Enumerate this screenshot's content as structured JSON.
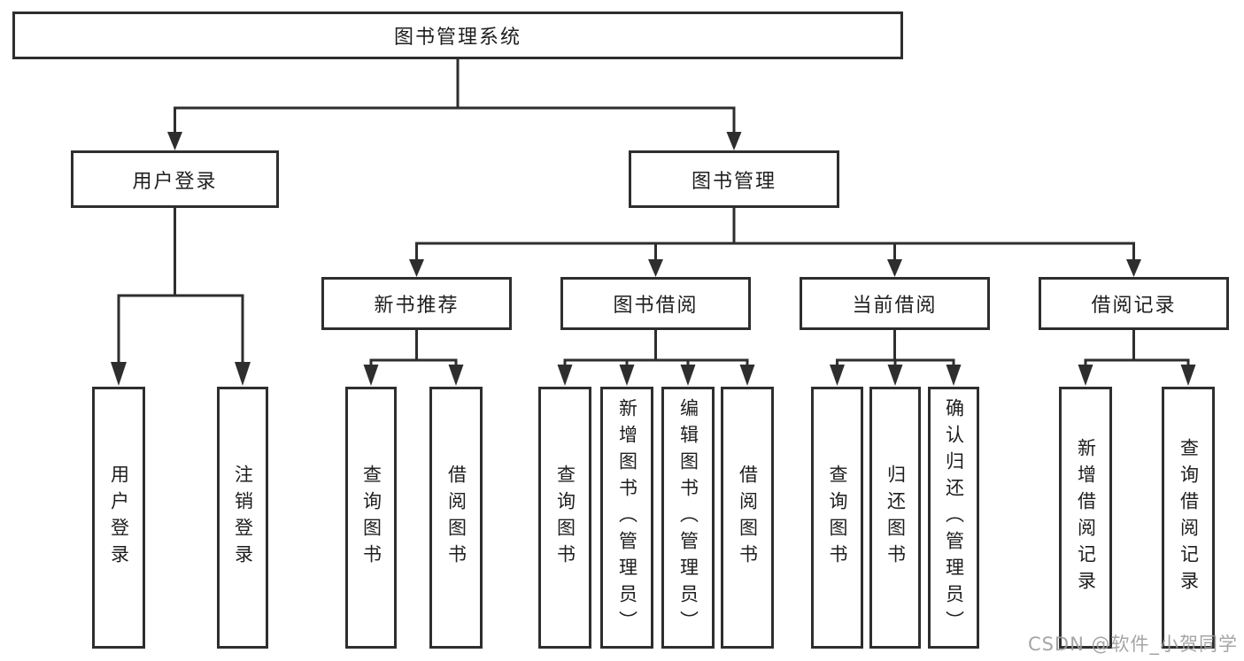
{
  "diagram_title": "图书管理系统",
  "colors": {
    "line": "#2e2e2e",
    "box_border": "#2e2e2e",
    "box_background": "#ffffff",
    "text": "#1e1e1e",
    "watermark": "#9c9c9c"
  },
  "nodes": {
    "root": {
      "label": "图书管理系统"
    },
    "level2": [
      {
        "label": "用户登录"
      },
      {
        "label": "图书管理"
      }
    ],
    "level3": [
      {
        "label": "新书推荐"
      },
      {
        "label": "图书借阅"
      },
      {
        "label": "当前借阅"
      },
      {
        "label": "借阅记录"
      }
    ],
    "leaf_groups": [
      {
        "parent": "用户登录",
        "items": [
          "用户登录",
          "注销登录"
        ]
      },
      {
        "parent": "新书推荐",
        "items": [
          "查询图书",
          "借阅图书"
        ]
      },
      {
        "parent": "图书借阅",
        "items": [
          "查询图书",
          "新增图书（管理员）",
          "编辑图书（管理员）",
          "借阅图书"
        ]
      },
      {
        "parent": "当前借阅",
        "items": [
          "查询图书",
          "归还图书",
          "确认归还（管理员）"
        ]
      },
      {
        "parent": "借阅记录",
        "items": [
          "新增借阅记录",
          "查询借阅记录"
        ]
      }
    ]
  },
  "watermark": "CSDN @软件_小贺同学"
}
